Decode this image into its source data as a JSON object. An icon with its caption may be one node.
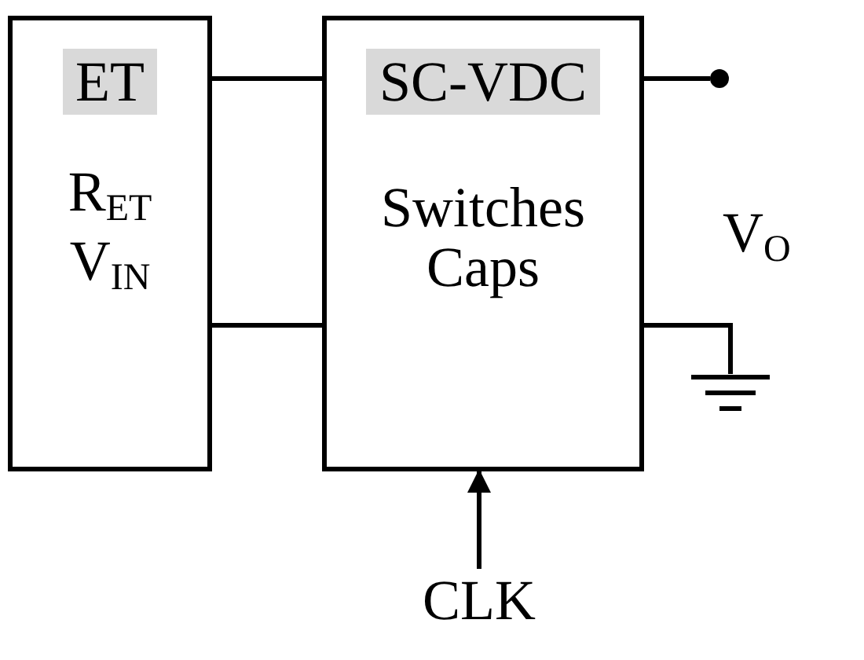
{
  "diagram": {
    "nodes": [
      {
        "text": [
          "ET",
          "R$_{ET}$",
          "V$_{IN}$"
        ]
      },
      {
        "text": [
          "SC-VDC",
          "Switches Caps"
        ]
      },
      {
        "text": [],
        "shape": "circle",
        "beside": [
          "V$_{O}$"
        ]
      },
      {
        "text": [],
        "shape": "ground"
      },
      {
        "text": [
          "CLK"
        ]
      }
    ],
    "edges": [
      {
        "from": 0,
        "to": 1,
        "arrow": "none"
      },
      {
        "from": 0,
        "to": 1,
        "arrow": "none"
      },
      {
        "from": 1,
        "to": 2,
        "arrow": "none"
      },
      {
        "from": 1,
        "to": 3,
        "arrow": "none"
      },
      {
        "from": 4,
        "to": 1,
        "arrow": "to"
      }
    ]
  }
}
